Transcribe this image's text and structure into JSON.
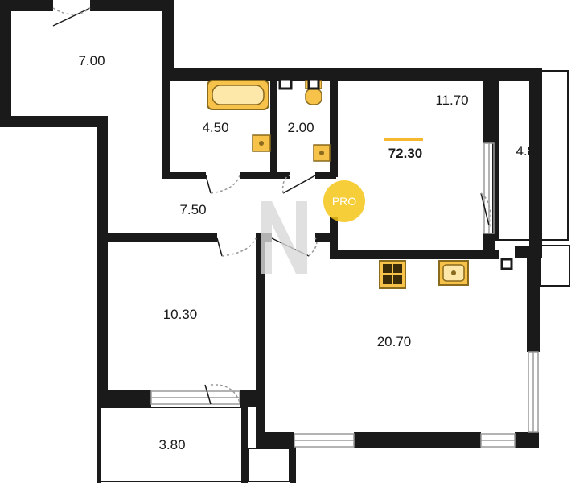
{
  "plan": {
    "total_area": "72.30",
    "badge": "PRO",
    "rooms": {
      "corridor_top": "7.00",
      "bathroom": "4.50",
      "toilet": "2.00",
      "living_upper": "11.70",
      "loggia_right": "4.80",
      "hallway": "7.50",
      "bedroom": "10.30",
      "kitchen_living": "20.70",
      "balcony": "3.80"
    }
  },
  "colors": {
    "wall": "#1a1a1a",
    "fixture_fill": "#f7c24a",
    "fixture_stroke": "#8a6a1c",
    "accent_line": "#f5b82e",
    "badge": "#f5c518",
    "watermark": "#d9d9d9"
  }
}
